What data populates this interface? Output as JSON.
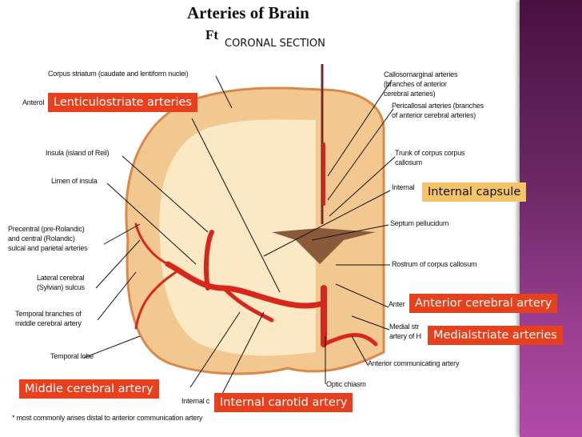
{
  "title": "Arteries of Brain",
  "subtitle_fragment": "Ft",
  "section_label": "CORONAL SECTION",
  "highlight_labels": {
    "lenticulostriate": "Lenticulostriate arteries",
    "internal_capsule": "Internal capsule",
    "anterior_cerebral": "Anterior cerebral artery",
    "medialstriate": "Medialstriate arteries",
    "middle_cerebral": "Middle cerebral artery",
    "internal_carotid": "Internal carotid artery"
  },
  "figure_labels": {
    "corpus_striatum": "Corpus striatum (caudate and lentiform nuclei)",
    "anterol": "Anterol",
    "callosomarginal": [
      "Callosomarginal arteries",
      "(branches of anterior",
      "cerebral arteries)"
    ],
    "pericallosal": [
      "Pericallosal arteries (branches",
      "of anterior cerebral arteries)"
    ],
    "trunk": [
      "Trunk of corpus corpus",
      "callosum"
    ],
    "internal": "Internal",
    "septum": "Septum pellucidum",
    "rostrum": "Rostrum of corpus callosum",
    "anter": "Anter",
    "medial_str": [
      "Medial str",
      "artery of H"
    ],
    "anterior_communicating": "Anterior communicating artery",
    "optic_chiasm": "Optic chiasm",
    "internal_c": "Internal c",
    "insula": "Insula (island of Reil)",
    "limen": "Limen of insula",
    "precentral": [
      "Precentral (pre-Rolandic)",
      "and central (Rolandic)",
      "sulcal and parietal arteries"
    ],
    "lateral": [
      "Lateral cerebral",
      "(Sylvian) sulcus"
    ],
    "temporal_branches": [
      "Temporal branches of",
      "middle cerebral artery"
    ],
    "temporal_lobe": "Temporal lobe",
    "footnote": "* most commonly arises distal to anterior communication artery"
  },
  "colors": {
    "highlight": "#e8401c",
    "highlight_yellow": "#f6c468",
    "band": "#6e2a68"
  }
}
